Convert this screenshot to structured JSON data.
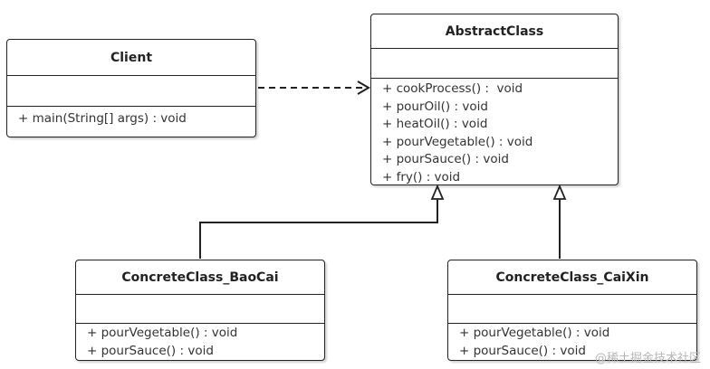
{
  "classes": {
    "client": {
      "name": "Client",
      "methods": [
        "+ main(String[] args) : void"
      ]
    },
    "abstract_class": {
      "name": "AbstractClass",
      "methods": [
        "+ cookProcess() :  void",
        "+ pourOil() : void",
        "+ heatOil() : void",
        "+ pourVegetable() : void",
        "+ pourSauce() : void",
        "+ fry() : void"
      ]
    },
    "concrete_baocai": {
      "name": "ConcreteClass_BaoCai",
      "methods": [
        "+ pourVegetable() : void",
        "+ pourSauce() : void"
      ]
    },
    "concrete_caixin": {
      "name": "ConcreteClass_CaiXin",
      "methods": [
        "+ pourVegetable() : void",
        "+ pourSauce() : void"
      ]
    }
  },
  "relations": [
    {
      "type": "dependency",
      "from": "Client",
      "to": "AbstractClass"
    },
    {
      "type": "inheritance",
      "from": "ConcreteClass_BaoCai",
      "to": "AbstractClass"
    },
    {
      "type": "inheritance",
      "from": "ConcreteClass_CaiXin",
      "to": "AbstractClass"
    }
  ],
  "colors": {
    "line": "#222222",
    "text": "#333333",
    "watermark": "#b8b8b8"
  },
  "watermark": "@稀土掘金技术社区"
}
